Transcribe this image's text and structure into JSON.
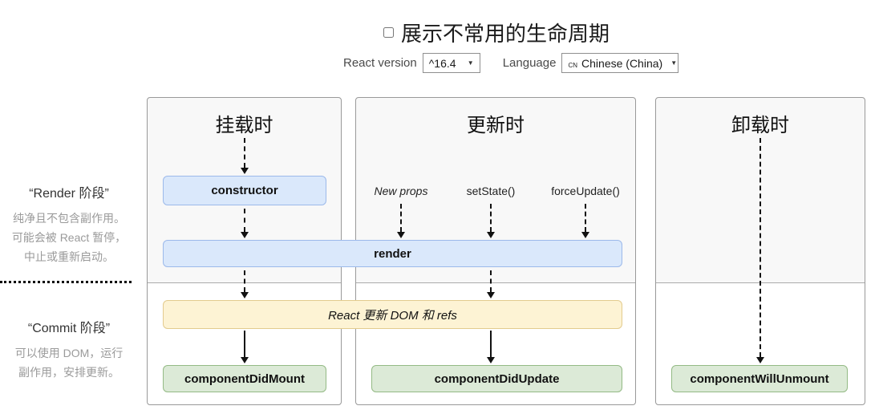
{
  "header": {
    "toggle_label": "展示不常用的生命周期",
    "react_version": {
      "label": "React version",
      "value": "^16.4"
    },
    "language": {
      "label": "Language",
      "prefix": "cn",
      "value": "Chinese (China)"
    }
  },
  "icons": {
    "dropdown_arrow": "▼"
  },
  "sidebar": {
    "render_phase": {
      "title": "“Render 阶段”",
      "lines": [
        "纯净且不包含副作用。",
        "可能会被 React 暂停，",
        "中止或重新启动。"
      ]
    },
    "commit_phase": {
      "title": "“Commit 阶段”",
      "lines": [
        "可以使用 DOM，运行",
        "副作用，安排更新。"
      ]
    }
  },
  "columns": [
    {
      "title": "挂载时"
    },
    {
      "title": "更新时"
    },
    {
      "title": "卸载时"
    }
  ],
  "triggers": {
    "new_props": "New props",
    "set_state": "setState()",
    "force_update": "forceUpdate()"
  },
  "nodes": {
    "constructor": "constructor",
    "render": "render",
    "react_updates": "React 更新 DOM 和 refs",
    "did_mount": "componentDidMount",
    "did_update": "componentDidUpdate",
    "will_unmount": "componentWillUnmount"
  },
  "colors": {
    "box_blue_bg": "#dae8fb",
    "box_blue_border": "#9cb9ea",
    "box_yellow_bg": "#fdf3d4",
    "box_yellow_border": "#e3cb8e",
    "box_green_bg": "#dcead7",
    "box_green_border": "#94ba85"
  }
}
